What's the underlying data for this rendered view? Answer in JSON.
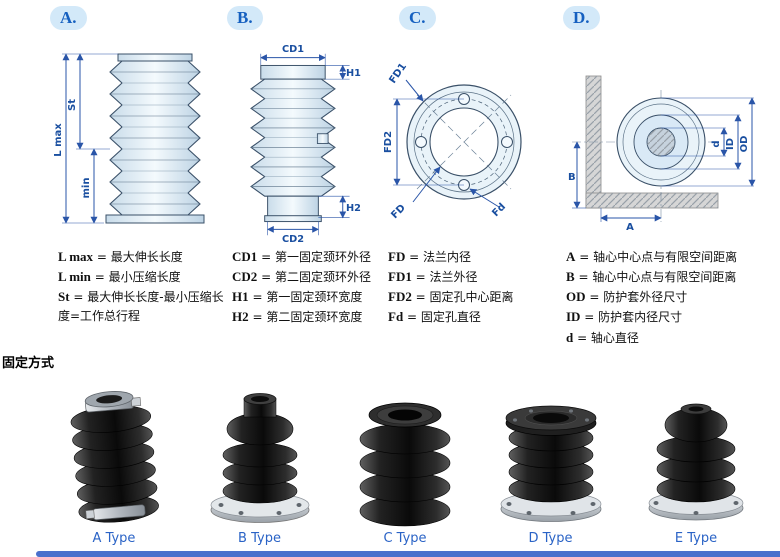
{
  "sections": {
    "a": {
      "label": "A."
    },
    "b": {
      "label": "B."
    },
    "c": {
      "label": "C."
    },
    "d": {
      "label": "D."
    }
  },
  "dims": {
    "a": {
      "lmax": "L max",
      "st": "St",
      "min": "min"
    },
    "b": {
      "cd1": "CD1",
      "h1": "H1",
      "cd2": "CD2",
      "h2": "H2"
    },
    "c": {
      "fd1": "FD1",
      "fd2": "FD2",
      "fd": "FD",
      "fd_hole": "Fd"
    },
    "d": {
      "a": "A",
      "b": "B",
      "d": "d",
      "id": "ID",
      "od": "OD"
    }
  },
  "legend": {
    "col1": [
      {
        "term": "L max",
        "desc": "= 最大伸长长度"
      },
      {
        "term": "L min",
        "desc": "= 最小压缩长度"
      },
      {
        "term": "St",
        "desc": "= 最大伸长长度-最小压缩长度=工作总行程"
      }
    ],
    "col2": [
      {
        "term": "CD1",
        "desc": "= 第一固定颈环外径"
      },
      {
        "term": "CD2",
        "desc": "= 第二固定颈环外径"
      },
      {
        "term": "H1",
        "desc": "= 第一固定颈环宽度"
      },
      {
        "term": "H2",
        "desc": "= 第二固定颈环宽度"
      }
    ],
    "col3": [
      {
        "term": "FD",
        "desc": "= 法兰内径"
      },
      {
        "term": "FD1",
        "desc": "= 法兰外径"
      },
      {
        "term": "FD2",
        "desc": "= 固定孔中心距离"
      },
      {
        "term": "Fd",
        "desc": "= 固定孔直径"
      }
    ],
    "col4": [
      {
        "term": "A",
        "desc": "= 轴心中心点与有限空间距离"
      },
      {
        "term": "B",
        "desc": "= 轴心中心点与有限空间距离"
      },
      {
        "term": "OD",
        "desc": "= 防护套外径尺寸"
      },
      {
        "term": "ID",
        "desc": "= 防护套内径尺寸"
      },
      {
        "term": "d",
        "desc": "= 轴心直径"
      }
    ]
  },
  "fixing_title": "固定方式",
  "products": [
    {
      "label": "A Type"
    },
    {
      "label": "B Type"
    },
    {
      "label": "C Type"
    },
    {
      "label": "D Type"
    },
    {
      "label": "E Type"
    }
  ],
  "colors": {
    "accent_blue": "#1560c0",
    "dim_line_blue": "#2a55a8",
    "section_label_bg": "#d3e9f9",
    "type_label_blue": "#2a63c6",
    "footer_bar_blue": "#4a70cc",
    "drawing_fill": "#e9f3f9",
    "drawing_outline": "#3a5068"
  }
}
